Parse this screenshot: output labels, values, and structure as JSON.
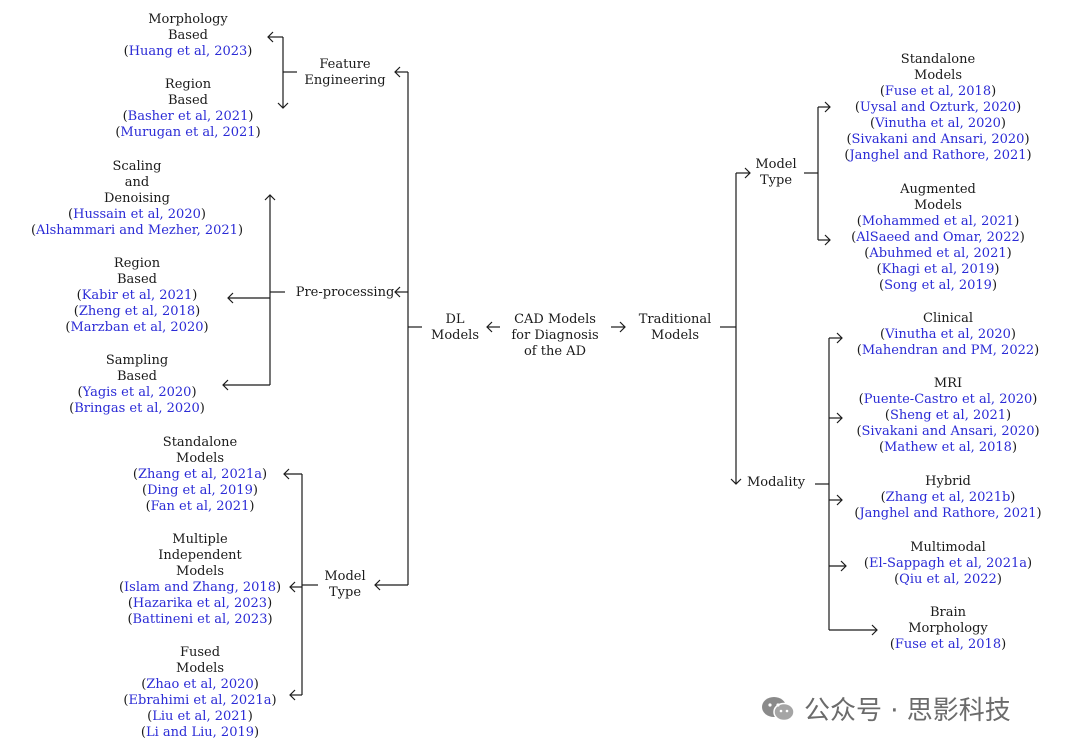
{
  "colors": {
    "text": "#1a1a1a",
    "citation": "#2b2bd6",
    "line": "#1a1a1a",
    "watermark": "#6b6b6b"
  },
  "nodes": [
    {
      "id": "root",
      "lines": [
        "CAD Models",
        "for Diagnosis",
        "of the AD"
      ],
      "cites": []
    },
    {
      "id": "dl",
      "lines": [
        "DL",
        "Models"
      ],
      "cites": []
    },
    {
      "id": "trad",
      "lines": [
        "Traditional",
        "Models"
      ],
      "cites": []
    },
    {
      "id": "fe",
      "lines": [
        "Feature",
        "Engineering"
      ],
      "cites": []
    },
    {
      "id": "pp",
      "lines": [
        "Pre-processing"
      ],
      "cites": []
    },
    {
      "id": "mtL",
      "lines": [
        "Model",
        "Type"
      ],
      "cites": []
    },
    {
      "id": "morph",
      "lines": [
        "Morphology",
        "Based"
      ],
      "cites": [
        "Huang et al, 2023"
      ]
    },
    {
      "id": "regFE",
      "lines": [
        "Region",
        "Based"
      ],
      "cites": [
        "Basher et al, 2021",
        "Murugan et al, 2021"
      ]
    },
    {
      "id": "scal",
      "lines": [
        "Scaling",
        "and",
        "Denoising"
      ],
      "cites": [
        "Hussain et al, 2020",
        "Alshammari and Mezher, 2021"
      ]
    },
    {
      "id": "regPP",
      "lines": [
        "Region",
        "Based"
      ],
      "cites": [
        "Kabir et al, 2021",
        "Zheng et al, 2018",
        "Marzban et al, 2020"
      ]
    },
    {
      "id": "samp",
      "lines": [
        "Sampling",
        "Based"
      ],
      "cites": [
        "Yagis et al, 2020",
        "Bringas et al, 2020"
      ]
    },
    {
      "id": "saL",
      "lines": [
        "Standalone",
        "Models"
      ],
      "cites": [
        "Zhang et al, 2021a",
        "Ding et al, 2019",
        "Fan et al, 2021"
      ]
    },
    {
      "id": "mim",
      "lines": [
        "Multiple",
        "Independent",
        "Models"
      ],
      "cites": [
        "Islam and Zhang, 2018",
        "Hazarika et al, 2023",
        "Battineni et al, 2023"
      ]
    },
    {
      "id": "fus",
      "lines": [
        "Fused",
        "Models"
      ],
      "cites": [
        "Zhao et al, 2020",
        "Ebrahimi et al, 2021a",
        "Liu et al, 2021",
        "Li and Liu, 2019"
      ]
    },
    {
      "id": "mtR",
      "lines": [
        "Model",
        "Type"
      ],
      "cites": []
    },
    {
      "id": "mod",
      "lines": [
        "Modality"
      ],
      "cites": []
    },
    {
      "id": "saR",
      "lines": [
        "Standalone",
        "Models"
      ],
      "cites": [
        "Fuse et al, 2018",
        "Uysal and Ozturk, 2020",
        "Vinutha et al, 2020",
        "Sivakani and Ansari, 2020",
        "Janghel and Rathore, 2021"
      ]
    },
    {
      "id": "aug",
      "lines": [
        "Augmented",
        "Models"
      ],
      "cites": [
        "Mohammed et al, 2021",
        "AlSaeed and Omar, 2022",
        "Abuhmed et al, 2021",
        "Khagi et al, 2019",
        "Song et al, 2019"
      ]
    },
    {
      "id": "clin",
      "lines": [
        "Clinical"
      ],
      "cites": [
        "Vinutha et al, 2020",
        "Mahendran and PM, 2022"
      ]
    },
    {
      "id": "mri",
      "lines": [
        "MRI"
      ],
      "cites": [
        "Puente-Castro et al, 2020",
        "Sheng et al, 2021",
        "Sivakani and Ansari, 2020",
        "Mathew et al, 2018"
      ]
    },
    {
      "id": "hyb",
      "lines": [
        "Hybrid"
      ],
      "cites": [
        "Zhang et al, 2021b",
        "Janghel and Rathore, 2021"
      ]
    },
    {
      "id": "mm",
      "lines": [
        "Multimodal"
      ],
      "cites": [
        "El-Sappagh et al, 2021a",
        "Qiu et al, 2022"
      ]
    },
    {
      "id": "bm",
      "lines": [
        "Brain",
        "Morphology"
      ],
      "cites": [
        "Fuse et al, 2018"
      ]
    }
  ],
  "watermark": {
    "text": "公众号 · 思影科技",
    "icon": "wechat-icon"
  }
}
